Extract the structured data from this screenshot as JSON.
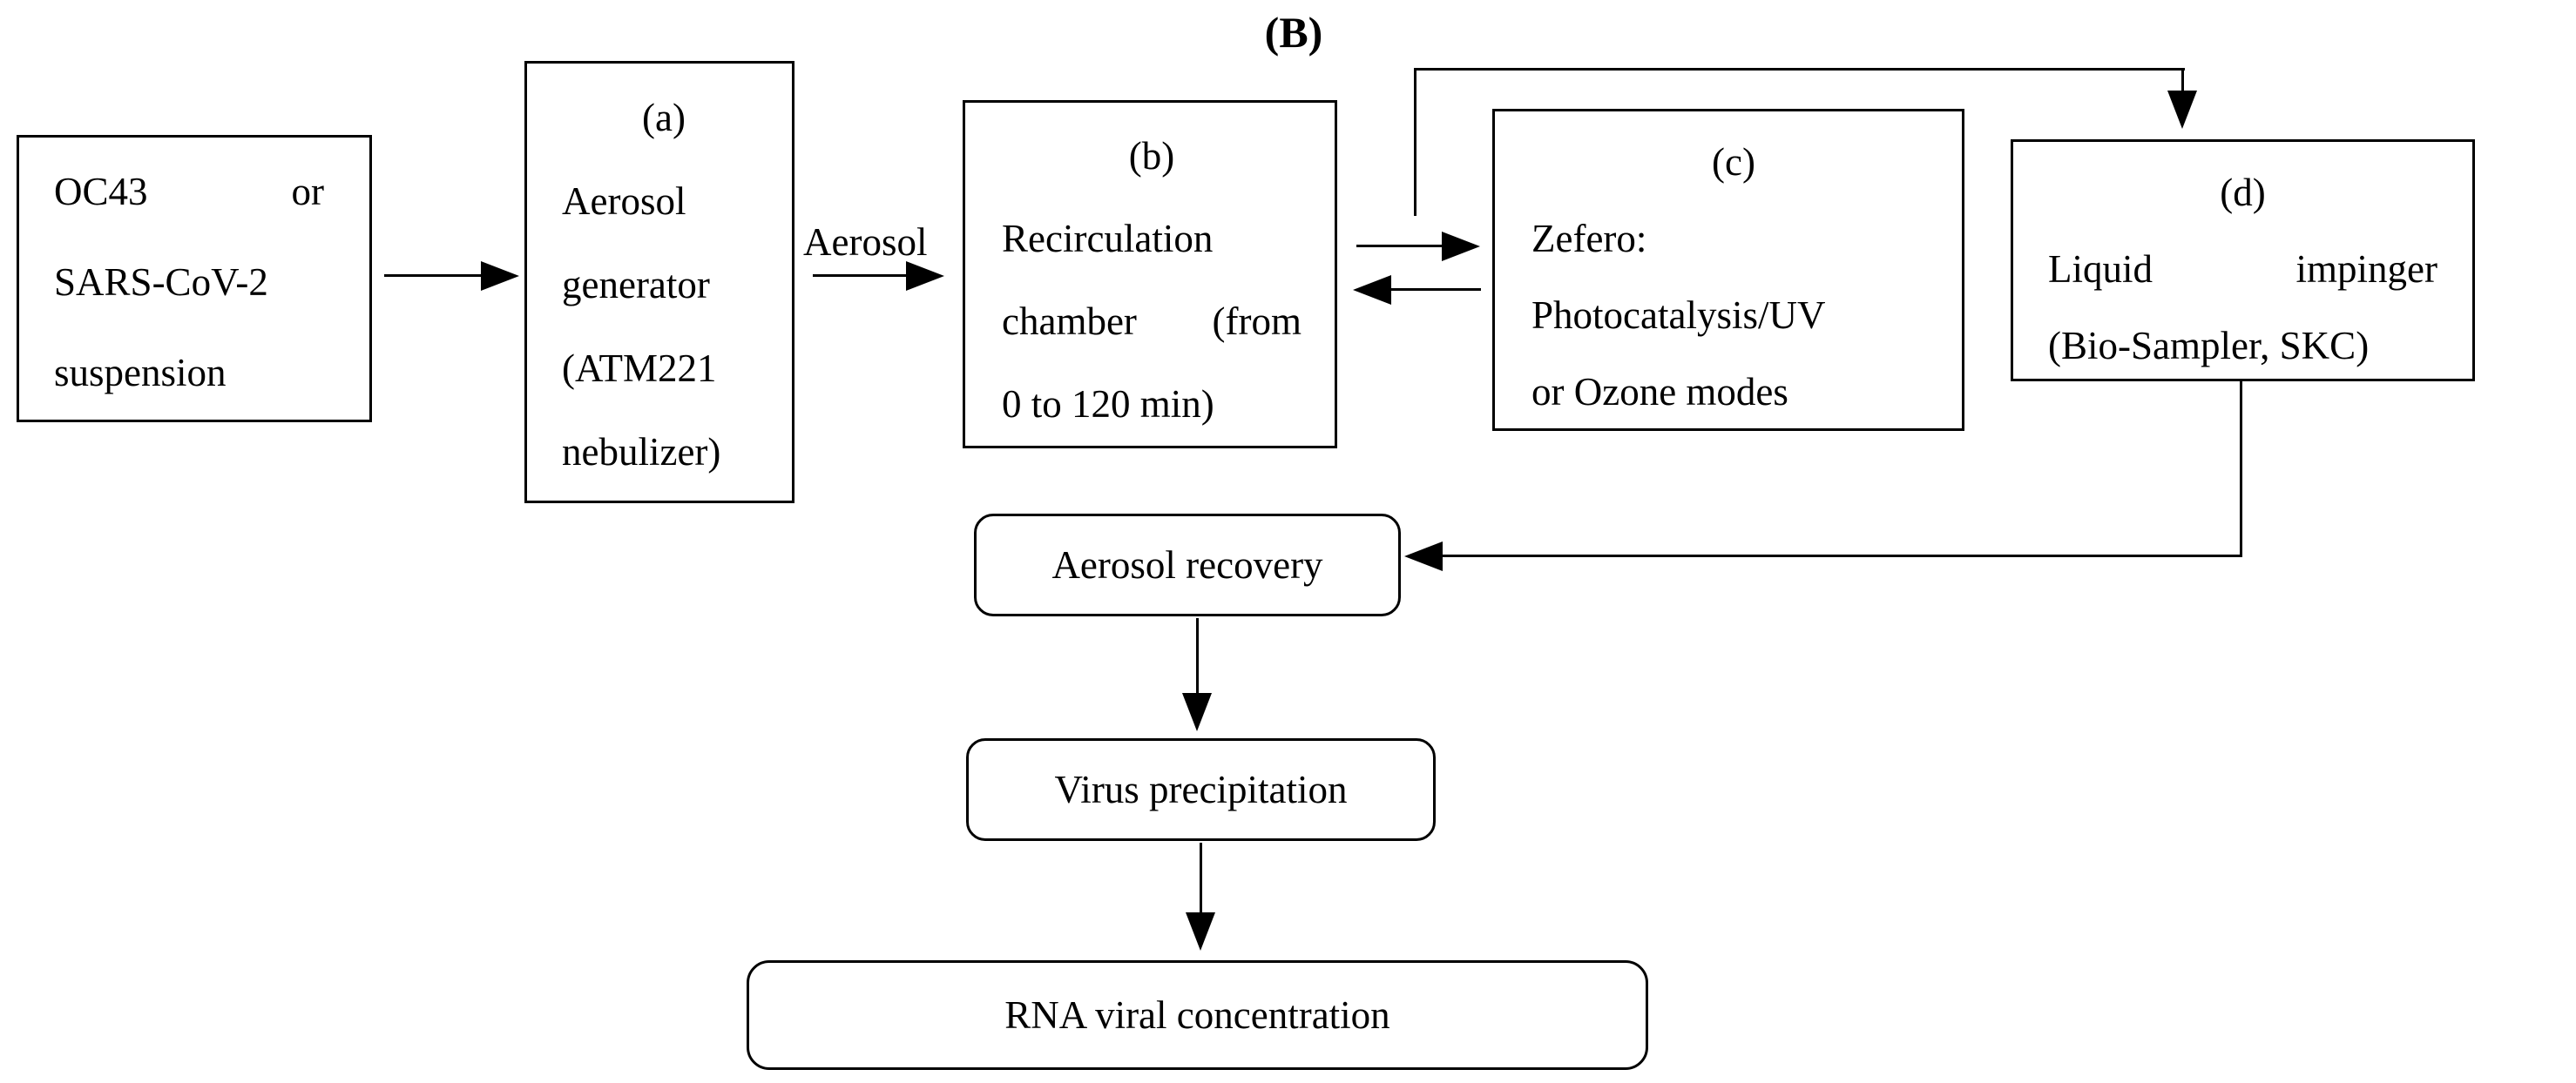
{
  "panel": {
    "label": "(B)"
  },
  "edge_labels": {
    "aerosol": "Aerosol"
  },
  "boxes": {
    "suspension": {
      "l1a": "OC43",
      "l1b": "or",
      "l2": "SARS-CoV-2",
      "l3": "suspension"
    },
    "generator": {
      "tag": "(a)",
      "l1": "Aerosol",
      "l2": "generator",
      "l3": "(ATM221",
      "l4": "nebulizer)"
    },
    "chamber": {
      "tag": "(b)",
      "l1": "Recirculation",
      "l2a": "chamber",
      "l2b": "(from",
      "l3": "0 to 120 min)"
    },
    "zefero": {
      "tag": "(c)",
      "l1": "Zefero:",
      "l2": "Photocatalysis/UV",
      "l3": "or Ozone modes"
    },
    "impinger": {
      "tag": "(d)",
      "l1a": "Liquid",
      "l1b": "impinger",
      "l2": "(Bio-Sampler, SKC)"
    },
    "recovery": {
      "label": "Aerosol recovery"
    },
    "precipitation": {
      "label": "Virus precipitation"
    },
    "rna": {
      "label": "RNA viral concentration"
    }
  },
  "colors": {
    "ink": "#000000",
    "background": "#ffffff"
  }
}
